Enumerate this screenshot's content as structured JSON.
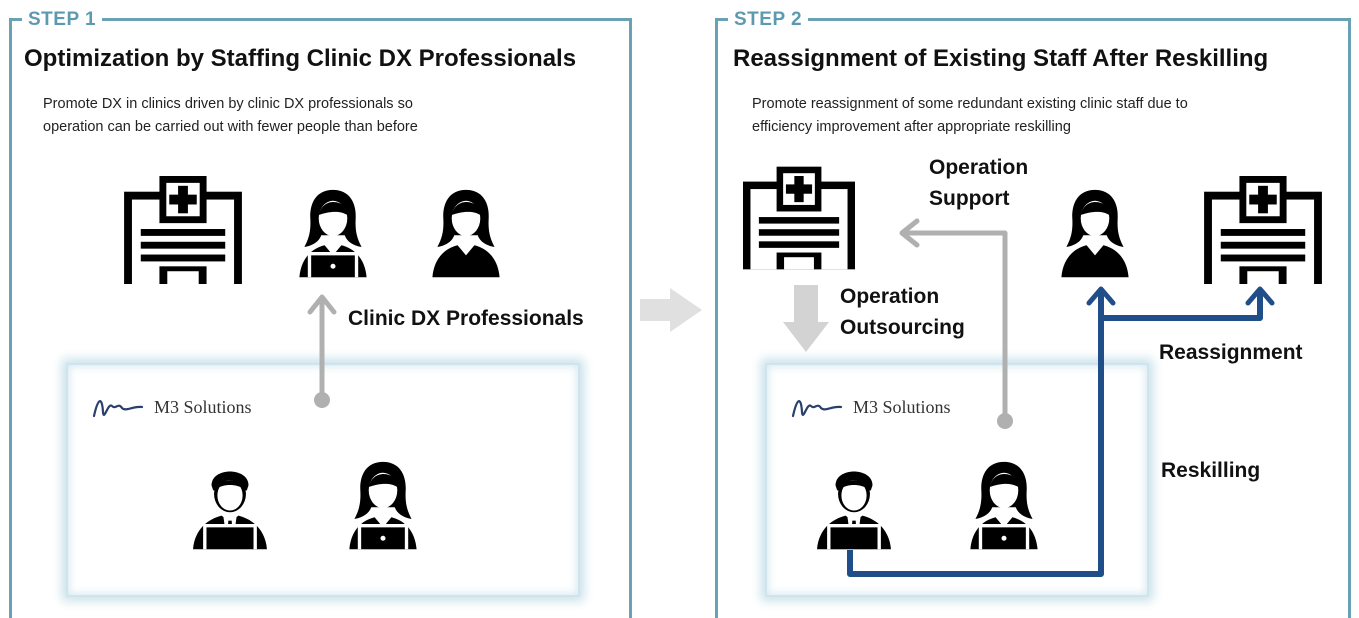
{
  "step1": {
    "tag": "STEP 1",
    "title": "Optimization by Staffing Clinic DX Professionals",
    "desc_lines": [
      "Promote DX in clinics  driven  by clinic DX professionals  so",
      "operation can be carried out with fewer people than before"
    ],
    "dx_label": "Clinic DX Professionals",
    "logo_text": "M3 Solutions"
  },
  "step2": {
    "tag": "STEP 2",
    "title": "Reassignment of Existing Staff After Reskilling",
    "desc_lines": [
      "Promote reassignment of some redundant existing clinic staff due to",
      "efficiency  improvement after appropriate reskilling"
    ],
    "support_label": [
      "Operation",
      "Support"
    ],
    "outsourcing_label": [
      "Operation",
      "Outsourcing"
    ],
    "reassignment_label": "Reassignment",
    "reskilling_label": "Reskilling",
    "logo_text": "M3 Solutions"
  },
  "colors": {
    "panel_border": "#6aa1b4",
    "step_tag": "#5d9ab0",
    "gray_arrow": "#b0b0b0",
    "navy_arrow": "#1f4e89",
    "icon": "#000000"
  }
}
